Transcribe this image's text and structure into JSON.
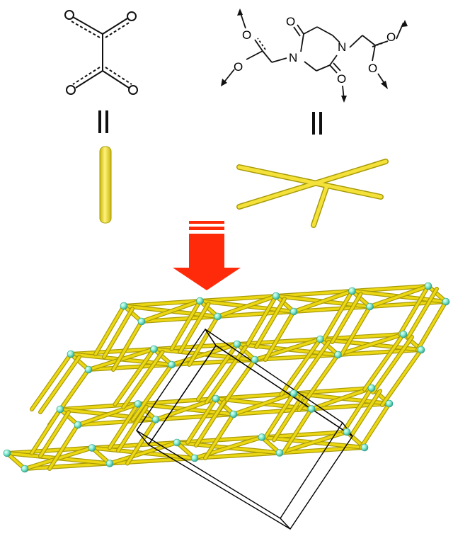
{
  "molecule_left": {
    "bond_color": "#111111"
  },
  "molecule_right": {
    "atoms": {
      "n1": "N",
      "n2": "N",
      "o1": "O",
      "o2": "O",
      "o3": "O",
      "o4": "O",
      "o5": "O",
      "o6": "O"
    }
  },
  "palette": {
    "rod": "#ecd713",
    "rod_edge": "#a89a08",
    "node": "#7fe9cf",
    "node_edge": "#2c9b82",
    "arrow": "#ff2a0a",
    "cell": "#000000"
  },
  "icons": {
    "equivalence": "equals-rotated-icon",
    "transform": "down-arrow-icon"
  }
}
